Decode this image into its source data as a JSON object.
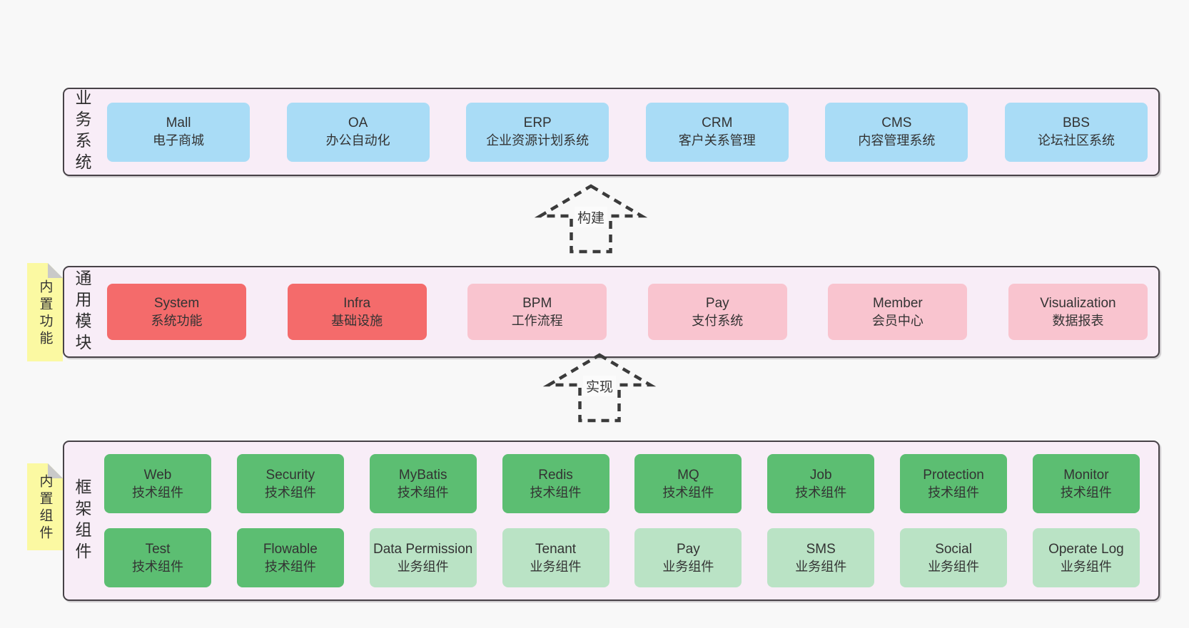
{
  "colors": {
    "page_bg": "#f8f8f8",
    "layer_bg": "#f8edf7",
    "layer_border": "#474247",
    "box_blue": "#a9dcf6",
    "box_red": "#f46b6b",
    "box_pink": "#f9c4cf",
    "box_green": "#5cbe72",
    "box_light_green": "#bae3c5",
    "tab_yellow": "#fbf9a2",
    "fold_gray": "#c9c9c9",
    "text": "#333333"
  },
  "layers": {
    "business": {
      "label": "业务系统",
      "boxes": [
        {
          "title": "Mall",
          "subtitle": "电子商城"
        },
        {
          "title": "OA",
          "subtitle": "办公自动化"
        },
        {
          "title": "ERP",
          "subtitle": "企业资源计划系统"
        },
        {
          "title": "CRM",
          "subtitle": "客户关系管理"
        },
        {
          "title": "CMS",
          "subtitle": "内容管理系统"
        },
        {
          "title": "BBS",
          "subtitle": "论坛社区系统"
        }
      ]
    },
    "modules": {
      "label": "通用模块",
      "tab": "内置功能",
      "boxes": [
        {
          "title": "System",
          "subtitle": "系统功能"
        },
        {
          "title": "Infra",
          "subtitle": "基础设施"
        },
        {
          "title": "BPM",
          "subtitle": "工作流程"
        },
        {
          "title": "Pay",
          "subtitle": "支付系统"
        },
        {
          "title": "Member",
          "subtitle": "会员中心"
        },
        {
          "title": "Visualization",
          "subtitle": "数据报表"
        }
      ]
    },
    "components": {
      "label": "框架组件",
      "tab": "内置组件",
      "row1": [
        {
          "title": "Web",
          "subtitle": "技术组件"
        },
        {
          "title": "Security",
          "subtitle": "技术组件"
        },
        {
          "title": "MyBatis",
          "subtitle": "技术组件"
        },
        {
          "title": "Redis",
          "subtitle": "技术组件"
        },
        {
          "title": "MQ",
          "subtitle": "技术组件"
        },
        {
          "title": "Job",
          "subtitle": "技术组件"
        },
        {
          "title": "Protection",
          "subtitle": "技术组件"
        },
        {
          "title": "Monitor",
          "subtitle": "技术组件"
        }
      ],
      "row2": [
        {
          "title": "Test",
          "subtitle": "技术组件"
        },
        {
          "title": "Flowable",
          "subtitle": "技术组件"
        },
        {
          "title": "Data Permission",
          "subtitle": "业务组件"
        },
        {
          "title": "Tenant",
          "subtitle": "业务组件"
        },
        {
          "title": "Pay",
          "subtitle": "业务组件"
        },
        {
          "title": "SMS",
          "subtitle": "业务组件"
        },
        {
          "title": "Social",
          "subtitle": "业务组件"
        },
        {
          "title": "Operate Log",
          "subtitle": "业务组件"
        }
      ]
    }
  },
  "arrows": {
    "build": {
      "label": "构建"
    },
    "implement": {
      "label": "实现"
    }
  }
}
